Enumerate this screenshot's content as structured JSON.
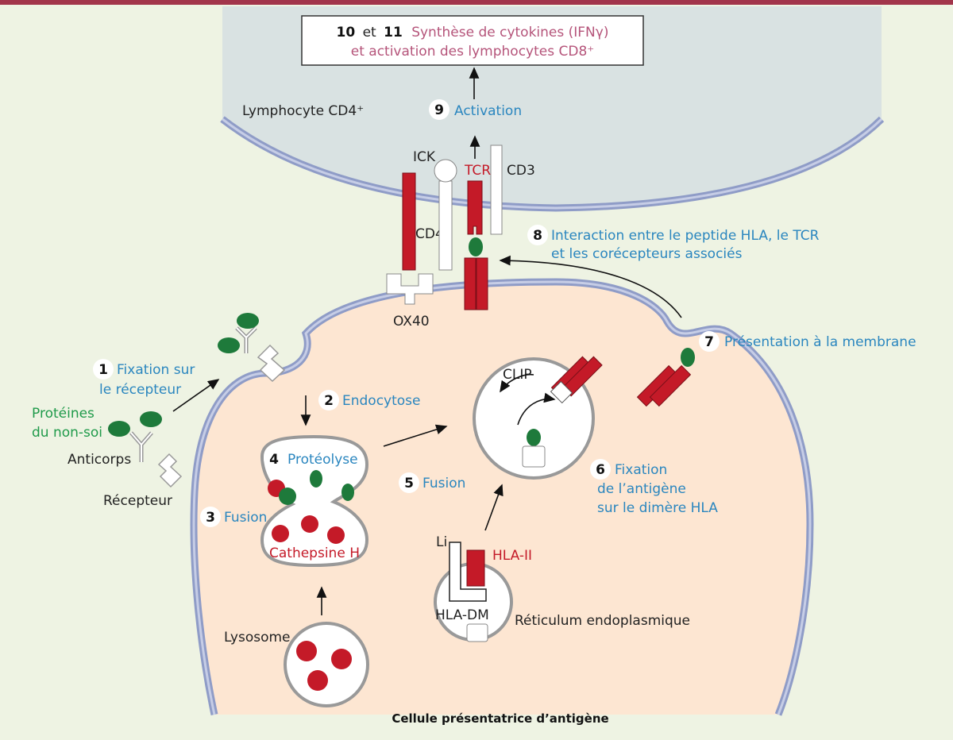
{
  "colors": {
    "top_bar": "#a2354b",
    "background": "#eef3e3",
    "cd4_cell": "#d9e2e2",
    "apc_cell": "#fde6d2",
    "membrane": "#8f9cc7",
    "red_protein": "#c41a28",
    "green_antigen": "#1e7a3b",
    "label_blue": "#2a86bf",
    "label_green": "#1f9a4a",
    "label_pink": "#b5547a"
  },
  "box": {
    "num": "10",
    "and": "et",
    "num2": "11",
    "line1": "Synthèse de cytokines (IFNγ)",
    "line2": "et activation des lymphocytes CD8⁺"
  },
  "labels": {
    "cd4_cell": "Lymphocyte CD4⁺",
    "activation": "Activation",
    "ick": "ICK",
    "tcr": "TCR",
    "cd3": "CD3",
    "cd4": "CD4",
    "ox40": "OX40",
    "interaction_l1": "Interaction entre le peptide HLA, le TCR",
    "interaction_l2": "et les corécepteurs associés",
    "presentation": "Présentation à la membrane",
    "fixation_l1": "Fixation sur",
    "fixation_l2": "le récepteur",
    "proteins_l1": "Protéines",
    "proteins_l2": "du non-soi",
    "anticorps": "Anticorps",
    "recepteur": "Récepteur",
    "endocytose": "Endocytose",
    "proteolyse": "Protéolyse",
    "fusion3": "Fusion",
    "fusion5": "Fusion",
    "cathepsine": "Cathepsine H",
    "clip": "CLIP",
    "fix_antigen_l1": "Fixation",
    "fix_antigen_l2": "de l’antigène",
    "fix_antigen_l3": "sur le dimère HLA",
    "li": "Li",
    "hla2": "HLA-II",
    "hladm": "HLA-DM",
    "reticulum": "Réticulum endoplasmique",
    "lysosome": "Lysosome",
    "apc": "Cellule présentatrice d’antigène"
  },
  "steps": [
    "1",
    "2",
    "3",
    "4",
    "5",
    "6",
    "7",
    "8",
    "9"
  ]
}
